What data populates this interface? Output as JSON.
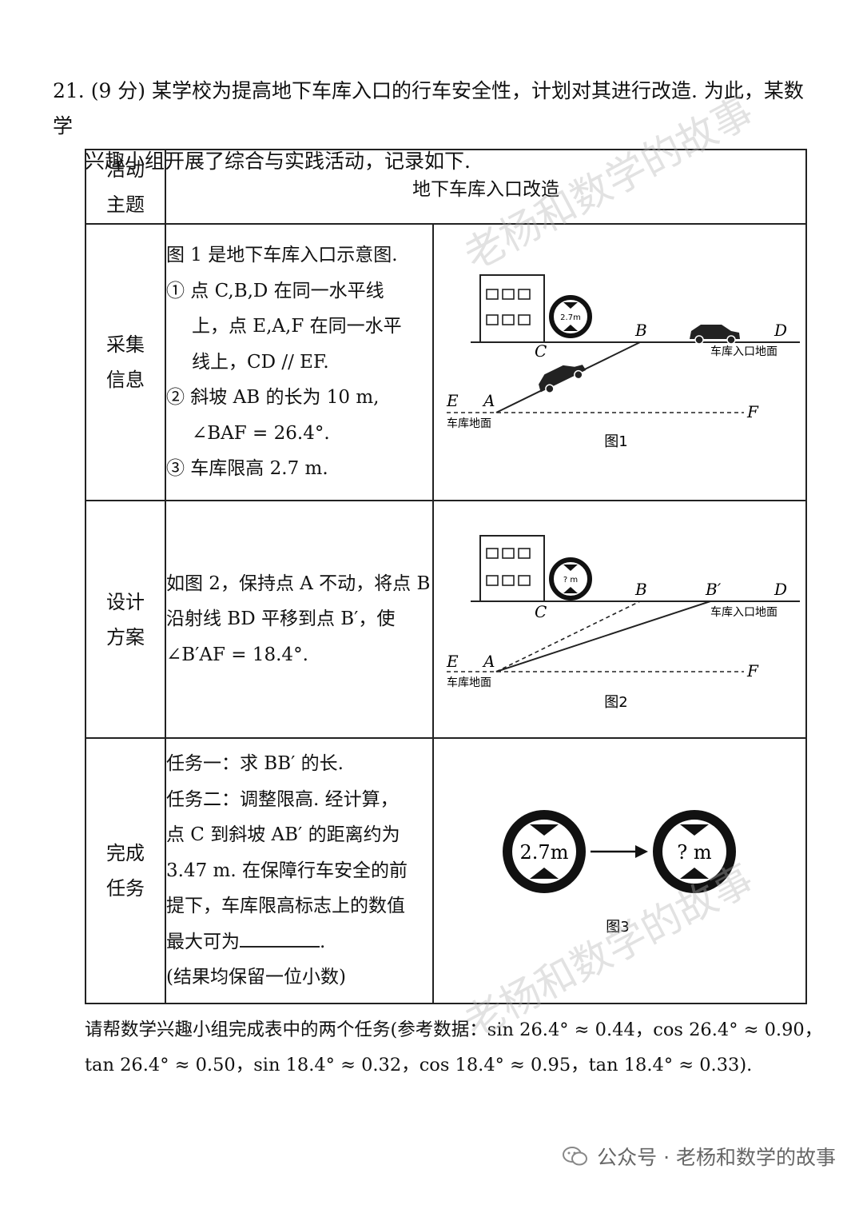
{
  "intro": {
    "line1": "21. (9 分) 某学校为提高地下车库入口的行车安全性，计划对其进行改造. 为此，某数学",
    "line2": "兴趣小组开展了综合与实践活动，记录如下."
  },
  "table": {
    "row1": {
      "label": [
        "活动",
        "主题"
      ],
      "content": "地下车库入口改造"
    },
    "row2": {
      "label": [
        "采集",
        "信息"
      ],
      "lines": [
        "图 1 是地下车库入口示意图.",
        "① 点 C,B,D 在同一水平线",
        "上，点 E,A,F 在同一水平",
        "线上，CD // EF.",
        "② 斜坡 AB 的长为 10 m,",
        "∠BAF = 26.4°.",
        "③ 车库限高 2.7 m."
      ]
    },
    "row3": {
      "label": [
        "设计",
        "方案"
      ],
      "lines": [
        "如图 2，保持点 A 不动，将点 B",
        "沿射线 BD 平移到点 B′，使",
        "∠B′AF = 18.4°."
      ]
    },
    "row4": {
      "label": [
        "完成",
        "任务"
      ],
      "lines": [
        "任务一：求 BB′ 的长.",
        "任务二：调整限高. 经计算，",
        "点 C 到斜坡 AB′ 的距离约为",
        "3.47 m. 在保障行车安全的前",
        "提下，车库限高标志上的数值",
        "最大可为",
        ".",
        "(结果均保留一位小数)"
      ]
    }
  },
  "figure1": {
    "caption": "图1",
    "sign": "2.7m",
    "labels": {
      "B": "B",
      "C": "C",
      "D": "D",
      "E": "E",
      "A": "A",
      "F": "F"
    },
    "ground_top": "车库入口地面",
    "ground_bottom": "车库地面"
  },
  "figure2": {
    "caption": "图2",
    "sign": "? m",
    "labels": {
      "B": "B",
      "B2": "B′",
      "C": "C",
      "D": "D",
      "E": "E",
      "A": "A",
      "F": "F"
    },
    "ground_top": "车库入口地面",
    "ground_bottom": "车库地面"
  },
  "figure3": {
    "caption": "图3",
    "sign_left": "2.7m",
    "sign_right": "? m"
  },
  "outro": {
    "line1": "请帮数学兴趣小组完成表中的两个任务(参考数据：sin 26.4° ≈ 0.44，cos 26.4° ≈ 0.90，",
    "line2": "tan 26.4° ≈ 0.50，sin 18.4° ≈ 0.32，cos 18.4° ≈ 0.95，tan 18.4° ≈ 0.33)."
  },
  "watermark": "老杨和数学的故事",
  "footer": "公众号 · 老杨和数学的故事"
}
